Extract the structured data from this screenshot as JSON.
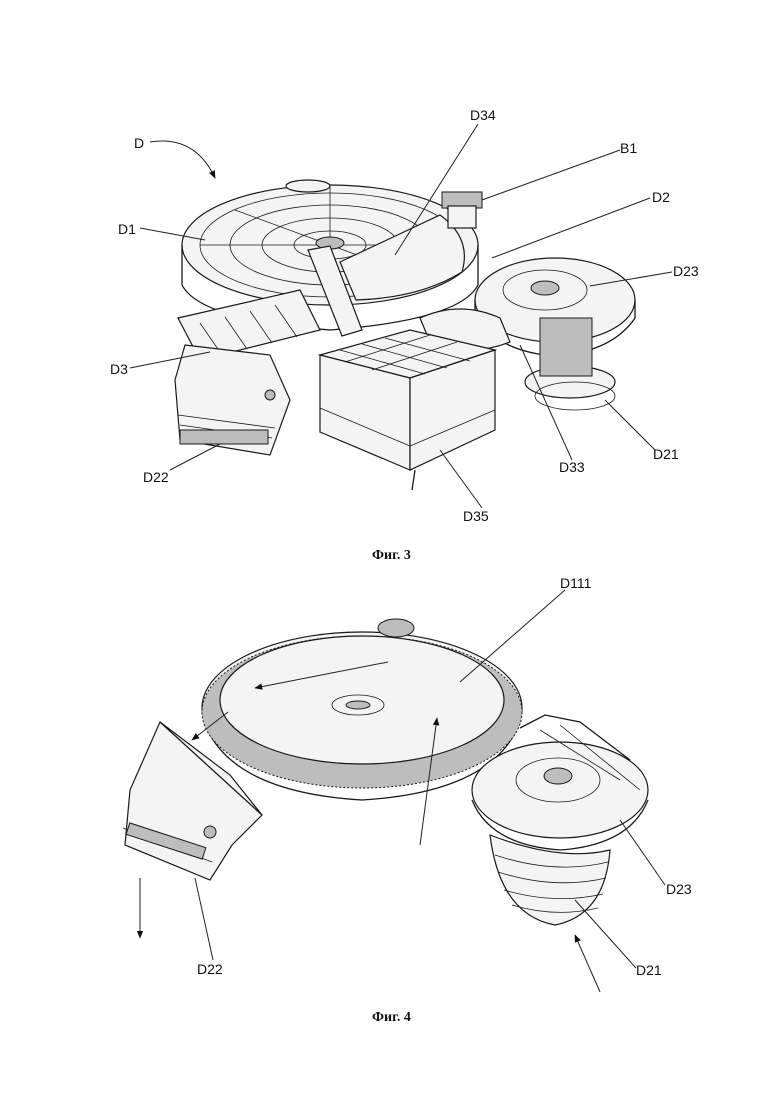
{
  "figures": [
    {
      "caption": "Фиг. 3",
      "labels": [
        "D",
        "D34",
        "B1",
        "D1",
        "D2",
        "D23",
        "D3",
        "D21",
        "D33",
        "D22",
        "D35"
      ]
    },
    {
      "caption": "Фиг. 4",
      "labels": [
        "D111",
        "D23",
        "D21",
        "D22"
      ]
    }
  ]
}
